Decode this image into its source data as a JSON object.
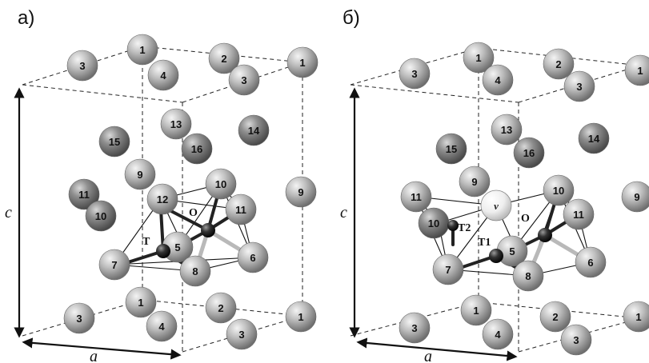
{
  "panels": [
    {
      "label": "а)",
      "axis_c": "c",
      "axis_a": "a",
      "atoms": [
        "3",
        "1",
        "4",
        "2",
        "3",
        "1",
        "13",
        "15",
        "16",
        "14",
        "9",
        "9",
        "11",
        "12",
        "10",
        "10",
        "11",
        "7",
        "5",
        "6",
        "8",
        "1",
        "3",
        "2",
        "4",
        "3",
        "1"
      ],
      "sites": [
        "T",
        "O"
      ],
      "vacancy": ""
    },
    {
      "label": "б)",
      "axis_c": "c",
      "axis_a": "a",
      "atoms": [
        "3",
        "1",
        "4",
        "2",
        "3",
        "1",
        "13",
        "15",
        "16",
        "14",
        "9",
        "9",
        "11",
        "10",
        "10",
        "11",
        "7",
        "5",
        "6",
        "8",
        "1",
        "3",
        "2",
        "4",
        "3",
        "1"
      ],
      "sites": [
        "T2",
        "T1",
        "O"
      ],
      "vacancy": "v"
    }
  ]
}
